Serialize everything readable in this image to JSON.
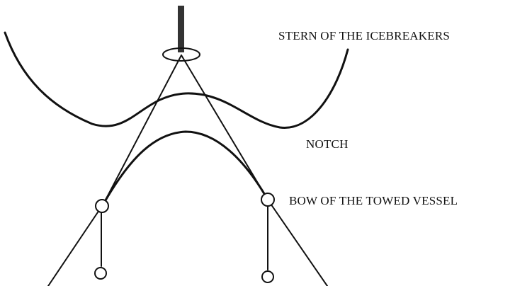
{
  "labels": {
    "stern": "STERN OF THE ICEBREAKERS",
    "notch": "NOTCH",
    "bow": "BOW OF THE TOWED VESSEL"
  },
  "colors": {
    "line": "#111111",
    "background": "#ffffff"
  }
}
